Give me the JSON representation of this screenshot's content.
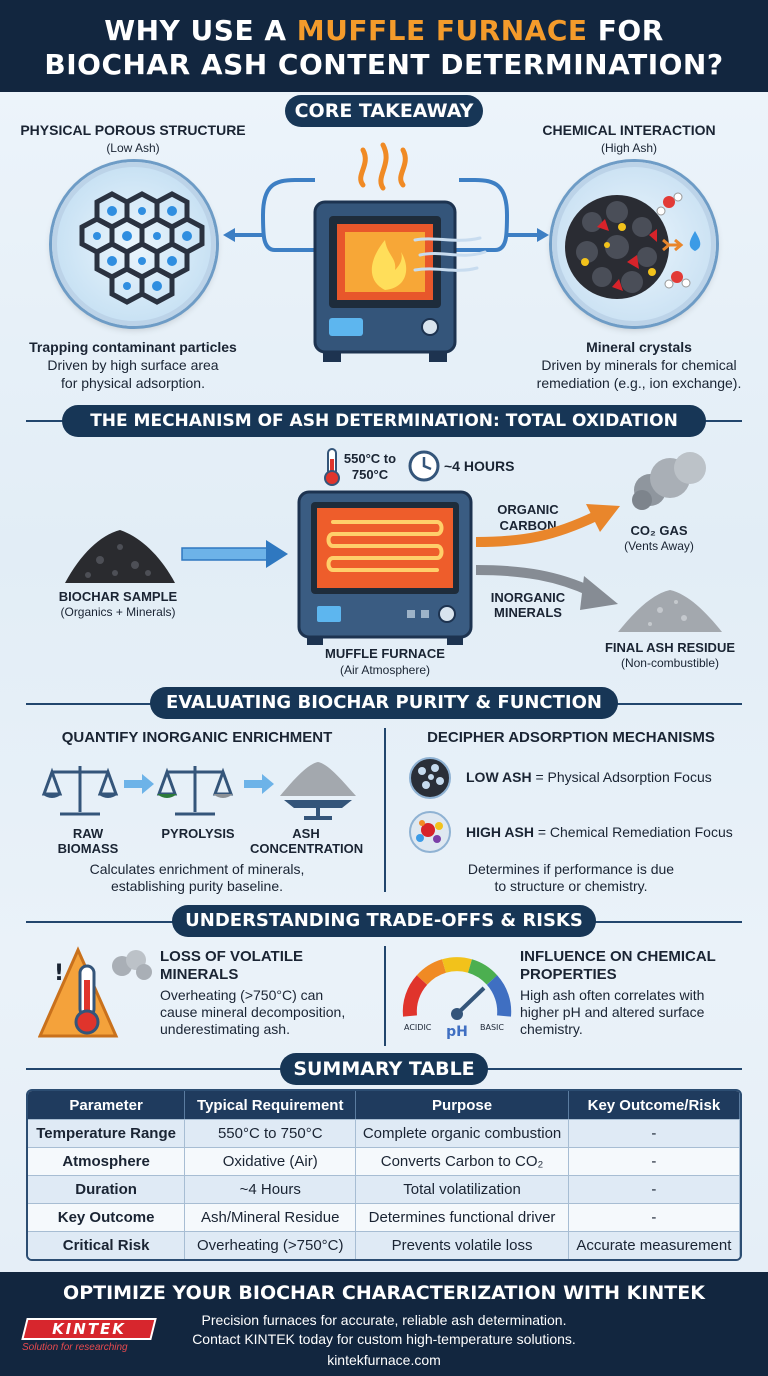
{
  "header": {
    "title_part1": "WHY USE A ",
    "title_highlight": "MUFFLE FURNACE",
    "title_part2": " FOR",
    "title_line2": "BIOCHAR ASH CONTENT DETERMINATION?"
  },
  "core": {
    "title": "CORE TAKEAWAY",
    "left_heading": "PHYSICAL POROUS STRUCTURE",
    "left_sub": "(Low Ash)",
    "left_caption_bold": "Trapping contaminant particles",
    "left_caption_1": "Driven by high surface area",
    "left_caption_2": "for physical adsorption.",
    "right_heading": "CHEMICAL INTERACTION",
    "right_sub": "(High Ash)",
    "right_caption_bold": "Mineral crystals",
    "right_caption_1": "Driven by minerals for chemical",
    "right_caption_2": "remediation (e.g., ion exchange)."
  },
  "mechanism": {
    "title": "THE MECHANISM OF ASH DETERMINATION: TOTAL OXIDATION",
    "temp_1": "550°C to",
    "temp_2": "750°C",
    "time": "~4 HOURS",
    "sample_label": "BIOCHAR SAMPLE",
    "sample_sub": "(Organics + Minerals)",
    "furnace_label": "MUFFLE FURNACE",
    "furnace_sub": "(Air Atmosphere)",
    "organic_1": "ORGANIC",
    "organic_2": "CARBON",
    "inorganic_1": "INORGANIC",
    "inorganic_2": "MINERALS",
    "gas_label": "CO₂ GAS",
    "gas_sub": "(Vents Away)",
    "residue_label": "FINAL ASH RESIDUE",
    "residue_sub": "(Non-combustible)"
  },
  "evaluating": {
    "title": "EVALUATING BIOCHAR PURITY & FUNCTION",
    "left_heading": "QUANTIFY INORGANIC ENRICHMENT",
    "step1_1": "RAW",
    "step1_2": "BIOMASS",
    "step2": "PYROLYSIS",
    "step3_1": "ASH",
    "step3_2": "CONCENTRATION",
    "left_caption_1": "Calculates enrichment of minerals,",
    "left_caption_2": "establishing purity baseline.",
    "right_heading": "DECIPHER ADSORPTION MECHANISMS",
    "low_bold": "LOW ASH",
    "low_text": " = Physical Adsorption Focus",
    "high_bold": "HIGH ASH",
    "high_text": " = Chemical Remediation Focus",
    "right_caption_1": "Determines if performance is due",
    "right_caption_2": "to structure or chemistry."
  },
  "tradeoffs": {
    "title": "UNDERSTANDING TRADE-OFFS & RISKS",
    "left_heading_1": "LOSS OF VOLATILE",
    "left_heading_2": "MINERALS",
    "left_text_1": "Overheating (>750°C) can",
    "left_text_2": "cause mineral decomposition,",
    "left_text_3": "underestimating ash.",
    "right_heading_1": "INFLUENCE ON CHEMICAL",
    "right_heading_2": "PROPERTIES",
    "right_text_1": "High ash often correlates with",
    "right_text_2": "higher pH and altered surface",
    "right_text_3": "chemistry.",
    "gauge_acidic": "ACIDIC",
    "gauge_basic": "BASIC",
    "gauge_ph": "pH"
  },
  "summary": {
    "title": "SUMMARY TABLE",
    "headers": [
      "Parameter",
      "Typical Requirement",
      "Purpose",
      "Key Outcome/Risk"
    ],
    "rows": [
      [
        "Temperature Range",
        "550°C to 750°C",
        "Complete organic combustion",
        "-"
      ],
      [
        "Atmosphere",
        "Oxidative (Air)",
        "Converts Carbon to CO₂",
        "-"
      ],
      [
        "Duration",
        "~4 Hours",
        "Total volatilization",
        "-"
      ],
      [
        "Key Outcome",
        "Ash/Mineral Residue",
        "Determines functional driver",
        "-"
      ],
      [
        "Critical Risk",
        "Overheating (>750°C)",
        "Prevents volatile loss",
        "Accurate measurement"
      ]
    ]
  },
  "footer": {
    "title": "OPTIMIZE YOUR BIOCHAR CHARACTERIZATION WITH KINTEK",
    "line1": "Precision furnaces for accurate, reliable ash determination.",
    "line2": "Contact KINTEK today for custom high-temperature solutions.",
    "url": "kintekfurnace.com",
    "logo": "KINTEK",
    "logo_tagline": "Solution for researching"
  },
  "colors": {
    "navy": "#12263f",
    "accent_orange": "#f49b2b",
    "panel_blue": "#173656"
  }
}
